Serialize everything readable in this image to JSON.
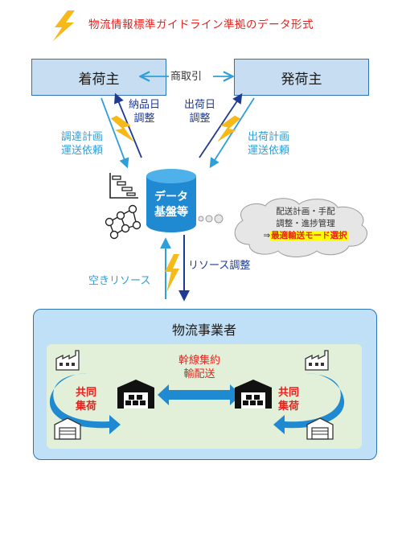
{
  "title": "物流情報標準ガイドライン準拠のデータ形式",
  "parties": {
    "consignee": "着荷主",
    "shipper": "発荷主",
    "trade": "商取引"
  },
  "labels": {
    "delivery_date": [
      "納品日",
      "調整"
    ],
    "shipping_date": [
      "出荷日",
      "調整"
    ],
    "procurement": [
      "調達計画",
      "運送依頼"
    ],
    "shipping_plan": [
      "出荷計画",
      "運送依頼"
    ],
    "resource_adjust": "リソース調整",
    "free_resource": "空きリソース"
  },
  "database": [
    "データ",
    "基盤等"
  ],
  "cloud": {
    "line1": "配送計画・手配",
    "line2": "調整・進捗管理",
    "line3_prefix": "⇒",
    "line3_highlight": "最適輸送モード選択"
  },
  "operator": {
    "title": "物流事業者",
    "trunk": [
      "幹線集約",
      "輸配送"
    ],
    "joint_left": [
      "共同",
      "集荷"
    ],
    "joint_right": [
      "共同",
      "集荷"
    ]
  },
  "colors": {
    "red": "#e8231e",
    "navy": "#1f3a93",
    "cyan": "#2e9fd8",
    "lightning": "#f6b91a"
  }
}
